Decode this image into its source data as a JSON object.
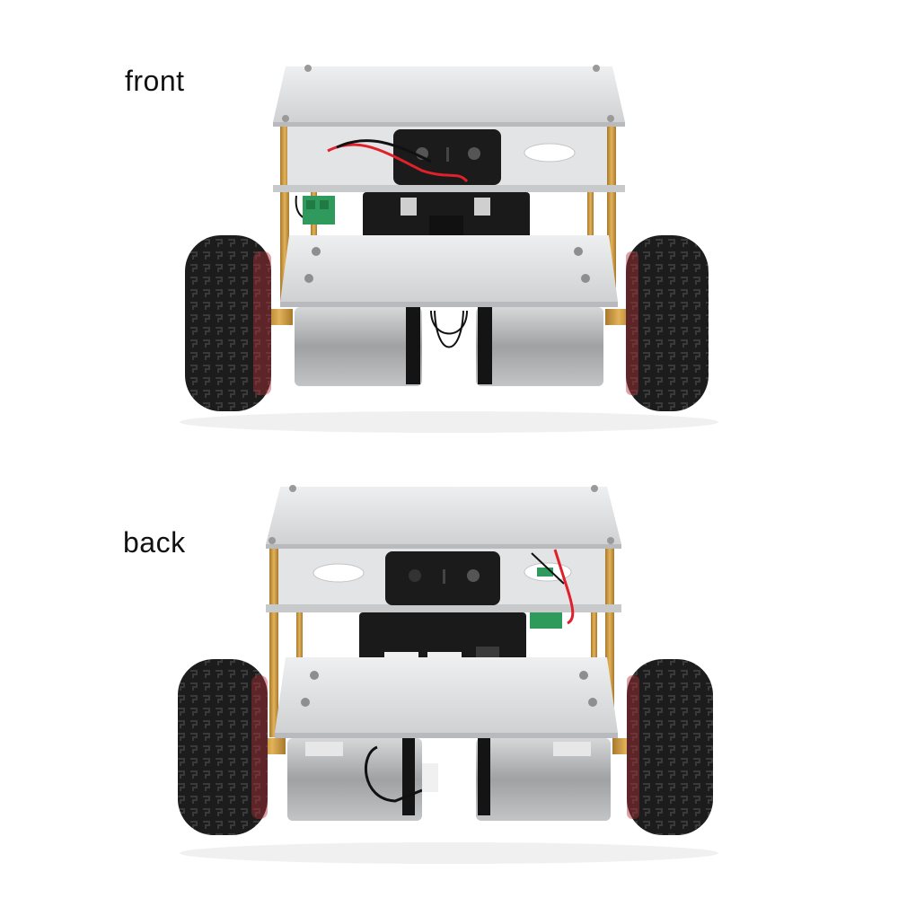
{
  "labels": {
    "front": "front",
    "back": "back"
  },
  "views": [
    {
      "id": "front",
      "label": "front",
      "subject": "two-wheeled self-balancing robot car kit, front view"
    },
    {
      "id": "back",
      "label": "back",
      "subject": "two-wheeled self-balancing robot car kit, back view"
    }
  ],
  "colors": {
    "background": "#ffffff",
    "plate": "#d9dadc",
    "plate_edge": "#b8babd",
    "standoff": "#c99a3c",
    "tire": "#1d1d1d",
    "motor": "#a9aaac",
    "pcb": "#1a1a1a",
    "battery_box": "#1b1b1b",
    "terminal_green": "#2f9a5c",
    "wire_red": "#e0202a",
    "hub_brass": "#c8913a"
  }
}
